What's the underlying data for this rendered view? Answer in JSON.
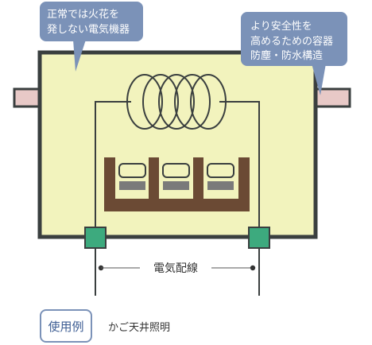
{
  "callouts": {
    "left": {
      "line1": "正常では火花を",
      "line2": "発しない電気機器"
    },
    "right": {
      "line1": "より安全性を",
      "line2": "高めるための容器",
      "line3": "防塵・防水構造"
    }
  },
  "wiring": {
    "label": "電気配線"
  },
  "usage": {
    "badge": "使用例",
    "text": "かご天井照明"
  },
  "colors": {
    "enclosure_fill": "#f2f3bd",
    "enclosure_border": "#3a3f3f",
    "conduit_fill": "#e8c9c7",
    "callout_fill": "#7b92b8",
    "terminal_fill": "#3daa7e",
    "base_fill": "#6b4a34",
    "lamp_fill": "#f2f3bd",
    "lamp_base": "#7a7a7a",
    "usage_accent": "#3d5d93"
  }
}
